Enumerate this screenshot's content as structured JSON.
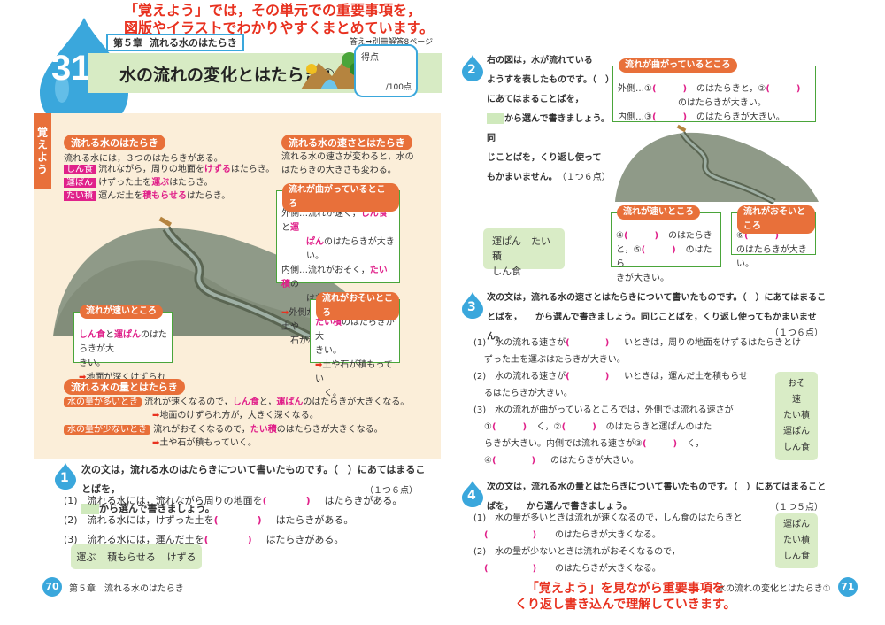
{
  "callouts": {
    "top_line1": "「覚えよう」では，その単元での重要事項を，",
    "top_line2": "図版やイラストでわかりやすくまとめています。",
    "bottom_line1": "「覚えよう」を見ながら重要事項を",
    "bottom_line2": "くり返し書き込んで理解していきます。"
  },
  "header": {
    "lesson_number": "31",
    "chapter": "第５章",
    "chapter_title": "流れる水のはたらき",
    "title": "水の流れの変化とはたらき①",
    "answer_ref": "答え➡別冊解答8ページ",
    "score_label": "得点",
    "score_max": "/100点"
  },
  "oboeyou": {
    "label": "覚えよう",
    "sec1_title": "流れる水のはたらき",
    "sec1_intro": "流れる水には，３つのはたらきがある。",
    "sec1_rows": [
      {
        "tag": "しん食",
        "pre": "流れながら，周りの地面を",
        "em": "けずる",
        "post": "はたらき。"
      },
      {
        "tag": "運ぱん",
        "pre": "けずった土を",
        "em": "運ぶ",
        "post": "はたらき。"
      },
      {
        "tag": "たい積",
        "pre": "運んだ土を",
        "em": "積もらせる",
        "post": "はたらき。"
      }
    ],
    "sec2_title": "流れる水の速さとはたらき",
    "sec2_line1": "流れる水の速さが変わると，水の",
    "sec2_line2": "はたらきの大きさも変わる。",
    "curve_box": {
      "label": "流れが曲がっているところ",
      "l1a": "外側…流れが速く，",
      "l1b": "しん食",
      "l1c": "と",
      "l1d": "運",
      "l2a": "ぱん",
      "l2b": "のはたらきが大きい。",
      "l3a": "内側…流れがおそく，",
      "l3b": "たい積",
      "l3c": "の",
      "l4": "はたらきが大きい。",
      "l5": "外側がけずられ，内側に土や",
      "l6": "石が積もっていく。"
    },
    "fast_box": {
      "label": "流れが速いところ",
      "l1a": "しん食",
      "l1b": "と",
      "l1c": "運ぱん",
      "l1d": "のはたらきが大",
      "l2": "きい。",
      "l3": "地面が深くけずられる。"
    },
    "slow_box": {
      "label": "流れがおそいところ",
      "l1a": "たい積",
      "l1b": "のはたらきが大",
      "l2": "きい。",
      "l3": "土や石が積もってい",
      "l4": "く。"
    },
    "sec3_title": "流れる水の量とはたらき",
    "sec3_rows": [
      {
        "tag": "水の量が多いとき",
        "l1a": "流れが速くなるので，",
        "l1b": "しん食",
        "l1c": "と，",
        "l1d": "運ぱん",
        "l1e": "のはたらきが大きくなる。",
        "l2": "地面のけずられ方が，大きく深くなる。"
      },
      {
        "tag": "水の量が少ないとき",
        "l1a": "流れがおそくなるので，",
        "l1b": "たい積",
        "l1c": "",
        "l1d": "",
        "l1e": "のはたらきが大きくなる。",
        "l2": "土や石が積もっていく。"
      }
    ]
  },
  "q1": {
    "num": "1",
    "line1a": "次の文は，流れる水のはたらきについて書いたものです。（　）にあてはまることばを，",
    "line2": "から選んで書きましょう。",
    "points": "（１つ６点）",
    "items": [
      {
        "n": "(1)",
        "pre": "流れる水には，流れながら周りの地面を",
        "post": "はたらきがある。"
      },
      {
        "n": "(2)",
        "pre": "流れる水には，けずった土を",
        "post": "はたらきがある。"
      },
      {
        "n": "(3)",
        "pre": "流れる水には，運んだ土を",
        "post": "はたらきがある。"
      }
    ],
    "choices": [
      "運ぶ",
      "積もらせる",
      "けずる"
    ]
  },
  "footer_left": {
    "page": "70",
    "chapter": "第５章　流れる水のはたらき"
  },
  "footer_right": {
    "page": "71",
    "title": "水の流れの変化とはたらき①"
  },
  "q2": {
    "num": "2",
    "lines": [
      "右の図は，水が流れている",
      "ようすを表したものです。（　）",
      "にあてはまることばを，",
      "から選んで書きましょう。同",
      "じことばを，くり返し使って",
      "もかまいません。"
    ],
    "points": "（１つ６点）",
    "curve_box": {
      "label": "流れが曲がっているところ",
      "l1a": "外側…①",
      "l1b": "のはたらきと，②",
      "l2": "のはたらきが大きい。",
      "l3a": "内側…③",
      "l3b": "のはたらきが大きい。"
    },
    "fast_box": {
      "label": "流れが速いところ",
      "l1a": "④",
      "l1b": "のはたらき",
      "l2a": "と，⑤",
      "l2b": "のはたら",
      "l3": "きが大きい。"
    },
    "slow_box": {
      "label": "流れがおそいところ",
      "l1a": "⑥",
      "l2": "のはたらきが大きい。"
    },
    "choices": [
      "運ぱん",
      "たい積",
      "しん食"
    ]
  },
  "q3": {
    "num": "3",
    "line1": "次の文は，流れる水の速さとはたらきについて書いたものです。（　）にあてはまるこ",
    "line2": "とばを，　　から選んで書きましょう。同じことばを，くり返し使ってもかまいません。",
    "points": "（１つ６点）",
    "items": [
      {
        "n": "(1)",
        "t1a": "水の流れる速さが",
        "t1b": "いときは，周りの地面をけずるはたらきとけ",
        "t2": "ずった土を運ぶはたらきが大きい。"
      },
      {
        "n": "(2)",
        "t1a": "水の流れる速さが",
        "t1b": "いときは，運んだ土を積もらせ",
        "t2": "るはたらきが大きい。"
      }
    ],
    "item3": {
      "n": "(3)",
      "l1": "水の流れが曲がっているところでは，外側では流れる速さが",
      "l2a": "①",
      "l2b": "く，②",
      "l2c": "のはたらきと運ぱんのはた",
      "l3a": "らきが大きい。内側では流れる速さが③",
      "l3b": "く，",
      "l4a": "④",
      "l4b": "のはたらきが大きい。"
    },
    "choices": [
      "おそ",
      "速",
      "たい積",
      "運ぱん",
      "しん食"
    ]
  },
  "q4": {
    "num": "4",
    "line1": "次の文は，流れる水の量とはたらきについて書いたものです。（　）にあてはまること",
    "line2": "ばを，　　から選んで書きましょう。",
    "points": "（１つ５点）",
    "items": [
      {
        "n": "(1)",
        "t1": "水の量が多いときは流れが速くなるので，しん食のはたらきと",
        "t2": "のはたらきが大きくなる。"
      },
      {
        "n": "(2)",
        "t1": "水の量が少ないときは流れがおそくなるので，",
        "t2": "のはたらきが大きくなる。"
      }
    ],
    "choices": [
      "運ぱん",
      "たい積",
      "しん食"
    ]
  }
}
